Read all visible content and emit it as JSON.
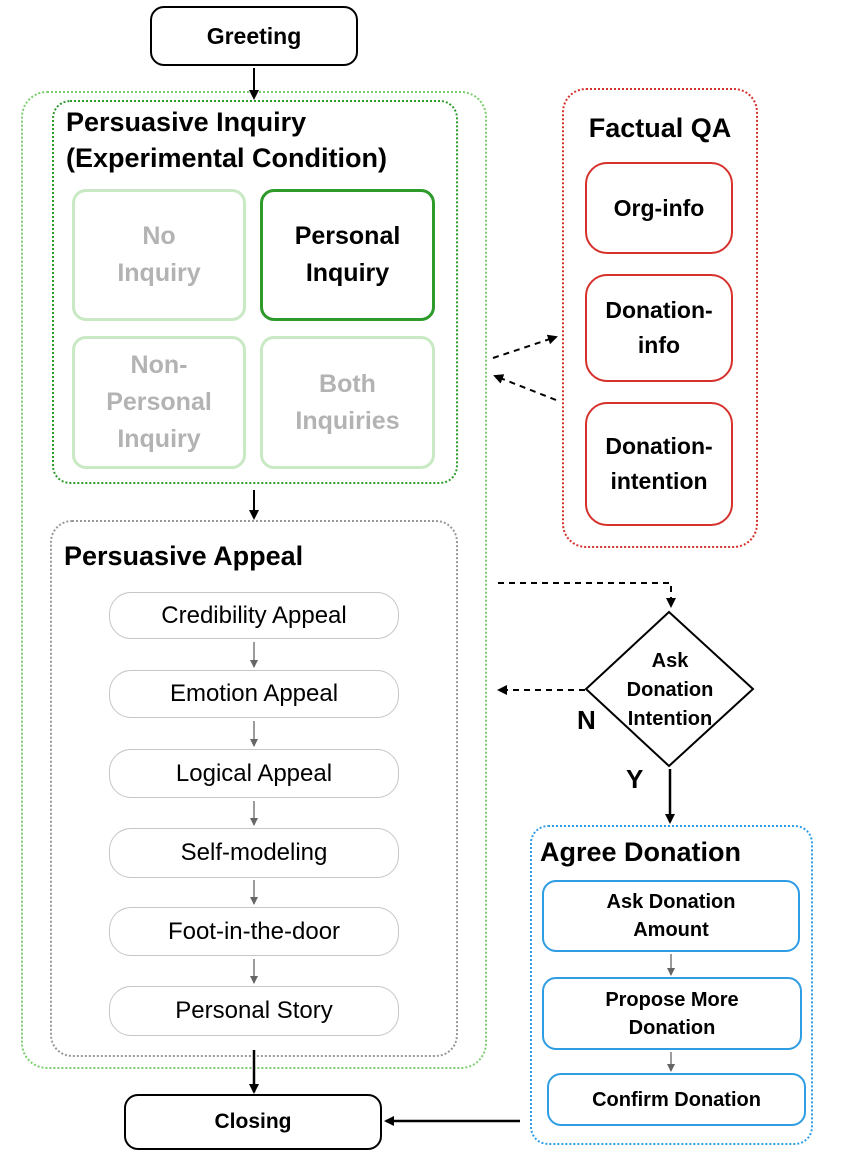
{
  "greeting": "Greeting",
  "closing": "Closing",
  "inquiry": {
    "title": "Persuasive Inquiry\n(Experimental Condition)",
    "cells": [
      {
        "label": "No\nInquiry",
        "active": false
      },
      {
        "label": "Personal\nInquiry",
        "active": true
      },
      {
        "label": "Non-\nPersonal\nInquiry",
        "active": false
      },
      {
        "label": "Both\nInquiries",
        "active": false
      }
    ]
  },
  "appeal": {
    "title": "Persuasive Appeal",
    "items": [
      "Credibility Appeal",
      "Emotion Appeal",
      "Logical Appeal",
      "Self-modeling",
      "Foot-in-the-door",
      "Personal Story"
    ]
  },
  "factual_qa": {
    "title": "Factual QA",
    "items": [
      "Org-info",
      "Donation-\ninfo",
      "Donation-\nintention"
    ]
  },
  "decision": {
    "text": "Ask\nDonation\nIntention",
    "no_label": "N",
    "yes_label": "Y"
  },
  "agree": {
    "title": "Agree Donation",
    "items": [
      "Ask Donation\nAmount",
      "Propose More\nDonation",
      "Confirm Donation"
    ]
  },
  "colors": {
    "green_dotted": "#7ccf6f",
    "green_dark": "#2e9a2a",
    "gray_dotted": "#999999",
    "red": "#d6322d",
    "blue": "#2f9de3"
  }
}
